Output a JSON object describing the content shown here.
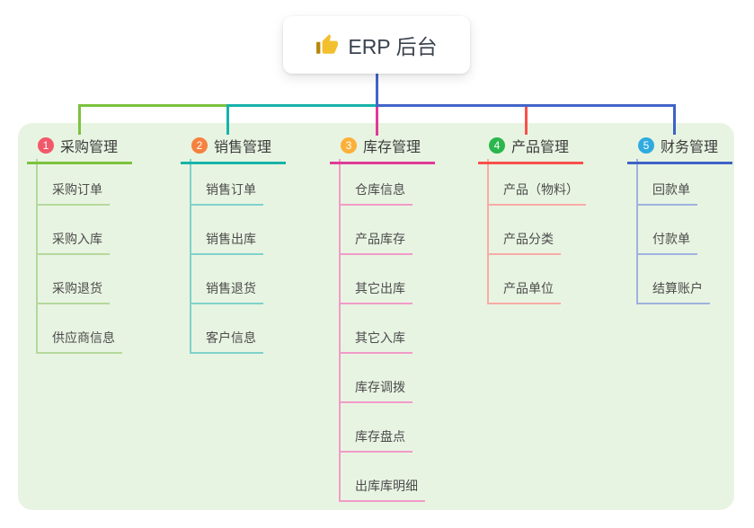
{
  "root": {
    "icon": "thumbs-up-icon",
    "label": "ERP 后台"
  },
  "colors": {
    "panel_bg": "#e8f4e2",
    "root_connector": "#4365c8",
    "branch_1": {
      "badge": "#f1596b",
      "line": "#7cc23e",
      "light": "#b5d89c"
    },
    "branch_2": {
      "badge": "#f5823f",
      "line": "#17b3a9",
      "light": "#7fd2ca"
    },
    "branch_3": {
      "badge": "#fbb03a",
      "line": "#e03a97",
      "light": "#f19bc9"
    },
    "branch_4": {
      "badge": "#2cb64e",
      "line": "#f8514d",
      "light": "#f8aba6"
    },
    "branch_5": {
      "badge": "#2fabdf",
      "line": "#3f62c6",
      "light": "#9fb2df"
    }
  },
  "branches": [
    {
      "number": "1",
      "label": "采购管理",
      "children": [
        "采购订单",
        "采购入库",
        "采购退货",
        "供应商信息"
      ]
    },
    {
      "number": "2",
      "label": "销售管理",
      "children": [
        "销售订单",
        "销售出库",
        "销售退货",
        "客户信息"
      ]
    },
    {
      "number": "3",
      "label": "库存管理",
      "children": [
        "仓库信息",
        "产品库存",
        "其它出库",
        "其它入库",
        "库存调拨",
        "库存盘点",
        "出库库明细"
      ]
    },
    {
      "number": "4",
      "label": "产品管理",
      "children": [
        "产品（物料）",
        "产品分类",
        "产品单位"
      ]
    },
    {
      "number": "5",
      "label": "财务管理",
      "children": [
        "回款单",
        "付款单",
        "结算账户"
      ]
    }
  ]
}
